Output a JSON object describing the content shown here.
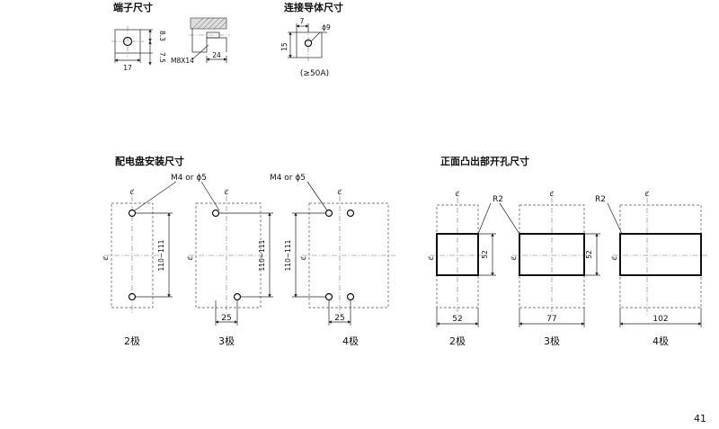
{
  "titles": {
    "terminal": "端子尺寸",
    "conductor": "连接导体尺寸",
    "panel": "配电盘安装尺寸",
    "cutout": "正面凸出部开孔尺寸"
  },
  "terminal": {
    "w": "17",
    "h1": "8.3",
    "h2": "7.5",
    "screw": "M8X14",
    "depth": "24"
  },
  "conductor": {
    "offset": "7",
    "hole": "ϕ9",
    "height": "15",
    "note": "(≥50A)"
  },
  "panel": {
    "screw_label": "M4 or ϕ5",
    "span": "110~111",
    "pitch": "25",
    "poles": [
      "2极",
      "3极",
      "4极"
    ]
  },
  "cutout": {
    "radius": "R2",
    "height": "52",
    "widths": [
      "52",
      "77",
      "102"
    ],
    "poles": [
      "2极",
      "3极",
      "4极"
    ]
  },
  "centerline_mark": "ℭ",
  "page_number": "41"
}
